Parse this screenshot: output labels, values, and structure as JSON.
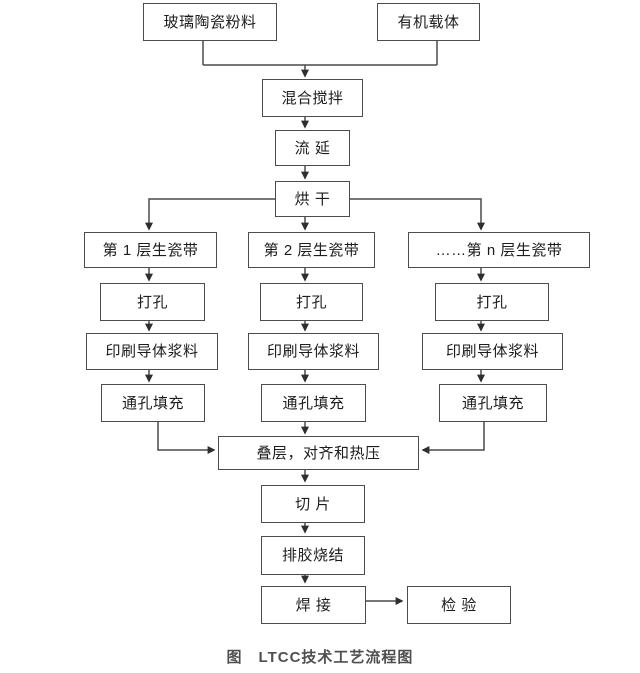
{
  "diagram": {
    "title": "LTCC process flowchart",
    "caption": "图　LTCC技术工艺流程图",
    "colors": {
      "background": "#ffffff",
      "box_border": "#4c4c4c",
      "line": "#4a4a4a",
      "arrowhead": "#2e2e2e",
      "text": "#1d1d1d",
      "caption_text": "#4f4f4f"
    },
    "nodes": {
      "glass_powder": {
        "label": "玻璃陶瓷粉料"
      },
      "organic_carrier": {
        "label": "有机载体"
      },
      "mixing": {
        "label": "混合搅拌"
      },
      "casting": {
        "label": "流 延"
      },
      "drying": {
        "label": "烘 干"
      },
      "layer1": {
        "label": "第 1 层生瓷带"
      },
      "layer2": {
        "label": "第 2 层生瓷带"
      },
      "layern": {
        "label": "……第 n 层生瓷带"
      },
      "drill1": {
        "label": "打孔"
      },
      "drill2": {
        "label": "打孔"
      },
      "drill3": {
        "label": "打孔"
      },
      "print1": {
        "label": "印刷导体浆料"
      },
      "print2": {
        "label": "印刷导体浆料"
      },
      "print3": {
        "label": "印刷导体浆料"
      },
      "via1": {
        "label": "通孔填充"
      },
      "via2": {
        "label": "通孔填充"
      },
      "via3": {
        "label": "通孔填充"
      },
      "stack": {
        "label": "叠层，对齐和热压"
      },
      "slice": {
        "label": "切 片"
      },
      "debind": {
        "label": "排胶烧结"
      },
      "solder": {
        "label": "焊 接"
      },
      "inspect": {
        "label": "检 验"
      }
    },
    "edges": [
      {
        "from": "glass_powder",
        "to": "mixing"
      },
      {
        "from": "organic_carrier",
        "to": "mixing"
      },
      {
        "from": "mixing",
        "to": "casting"
      },
      {
        "from": "casting",
        "to": "drying"
      },
      {
        "from": "drying",
        "to": "layer1"
      },
      {
        "from": "drying",
        "to": "layer2"
      },
      {
        "from": "drying",
        "to": "layern"
      },
      {
        "from": "layer1",
        "to": "drill1"
      },
      {
        "from": "layer2",
        "to": "drill2"
      },
      {
        "from": "layern",
        "to": "drill3"
      },
      {
        "from": "drill1",
        "to": "print1"
      },
      {
        "from": "drill2",
        "to": "print2"
      },
      {
        "from": "drill3",
        "to": "print3"
      },
      {
        "from": "print1",
        "to": "via1"
      },
      {
        "from": "print2",
        "to": "via2"
      },
      {
        "from": "print3",
        "to": "via3"
      },
      {
        "from": "via1",
        "to": "stack"
      },
      {
        "from": "via2",
        "to": "stack"
      },
      {
        "from": "via3",
        "to": "stack"
      },
      {
        "from": "stack",
        "to": "slice"
      },
      {
        "from": "slice",
        "to": "debind"
      },
      {
        "from": "debind",
        "to": "solder"
      },
      {
        "from": "solder",
        "to": "inspect"
      }
    ]
  }
}
